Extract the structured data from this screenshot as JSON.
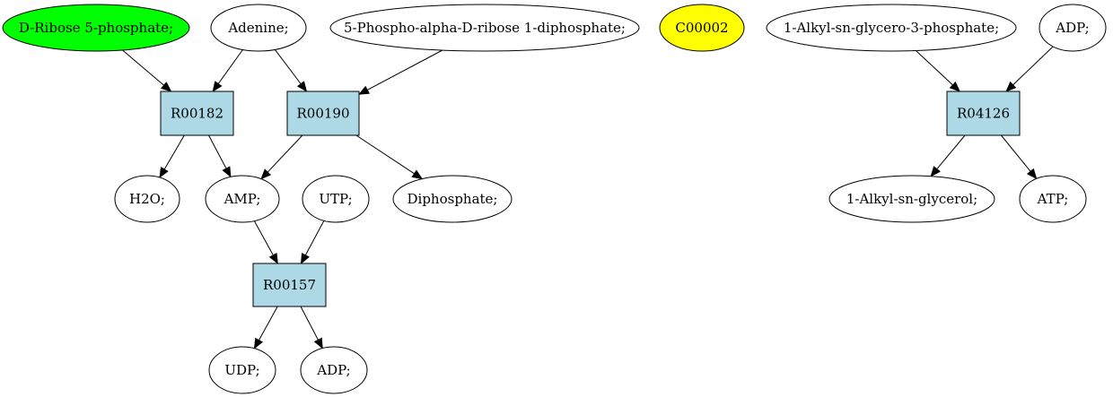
{
  "colors": {
    "reaction_fill": "#add8e6",
    "compound_fill": "#ffffff",
    "highlight_green": "#00ff00",
    "highlight_yellow": "#ffff00"
  },
  "nodes": {
    "ribose5p": {
      "label": "D-Ribose 5-phosphate;",
      "kind": "compound",
      "fill": "#00ff00"
    },
    "adenine": {
      "label": "Adenine;",
      "kind": "compound"
    },
    "prpp": {
      "label": "5-Phospho-alpha-D-ribose 1-diphosphate;",
      "kind": "compound"
    },
    "c00002": {
      "label": "C00002",
      "kind": "compound",
      "fill": "#ffff00"
    },
    "alkylg3p": {
      "label": "1-Alkyl-sn-glycero-3-phosphate;",
      "kind": "compound"
    },
    "adp_top": {
      "label": "ADP;",
      "kind": "compound"
    },
    "r00182": {
      "label": "R00182",
      "kind": "reaction"
    },
    "r00190": {
      "label": "R00190",
      "kind": "reaction"
    },
    "r04126": {
      "label": "R04126",
      "kind": "reaction"
    },
    "h2o": {
      "label": "H2O;",
      "kind": "compound"
    },
    "amp": {
      "label": "AMP;",
      "kind": "compound"
    },
    "utp": {
      "label": "UTP;",
      "kind": "compound"
    },
    "diphosphate": {
      "label": "Diphosphate;",
      "kind": "compound"
    },
    "alkylglycerol": {
      "label": "1-Alkyl-sn-glycerol;",
      "kind": "compound"
    },
    "atp": {
      "label": "ATP;",
      "kind": "compound"
    },
    "r00157": {
      "label": "R00157",
      "kind": "reaction"
    },
    "udp": {
      "label": "UDP;",
      "kind": "compound"
    },
    "adp_bottom": {
      "label": "ADP;",
      "kind": "compound"
    }
  },
  "edges": [
    [
      "ribose5p",
      "r00182"
    ],
    [
      "adenine",
      "r00182"
    ],
    [
      "adenine",
      "r00190"
    ],
    [
      "prpp",
      "r00190"
    ],
    [
      "r00182",
      "h2o"
    ],
    [
      "r00182",
      "amp"
    ],
    [
      "r00190",
      "amp"
    ],
    [
      "r00190",
      "diphosphate"
    ],
    [
      "amp",
      "r00157"
    ],
    [
      "utp",
      "r00157"
    ],
    [
      "r00157",
      "udp"
    ],
    [
      "r00157",
      "adp_bottom"
    ],
    [
      "alkylg3p",
      "r04126"
    ],
    [
      "adp_top",
      "r04126"
    ],
    [
      "r04126",
      "alkylglycerol"
    ],
    [
      "r04126",
      "atp"
    ]
  ]
}
